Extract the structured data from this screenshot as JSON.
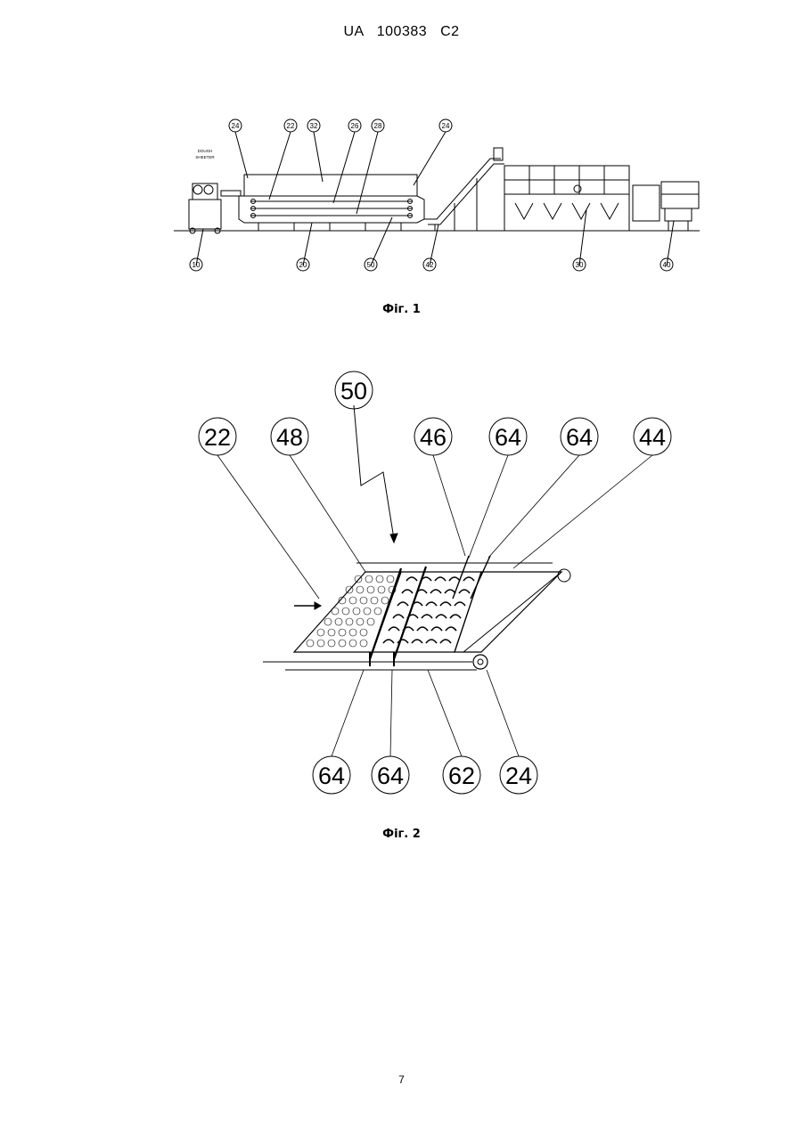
{
  "header": "UA   100383   C2",
  "fig1": {
    "caption": "Фіг. 1",
    "top_labels": [
      "24",
      "22",
      "32",
      "26",
      "28",
      "24"
    ],
    "bottom_labels": [
      "10",
      "20",
      "50",
      "42",
      "30",
      "40"
    ],
    "dough_label_line1": "DOUGH",
    "dough_label_line2": "SHEETER"
  },
  "fig2": {
    "caption": "Фіг. 2",
    "top_labels": [
      "50",
      "22",
      "48",
      "46",
      "64",
      "64",
      "44"
    ],
    "bottom_labels": [
      "64",
      "64",
      "62",
      "24"
    ]
  },
  "page_number": "7"
}
